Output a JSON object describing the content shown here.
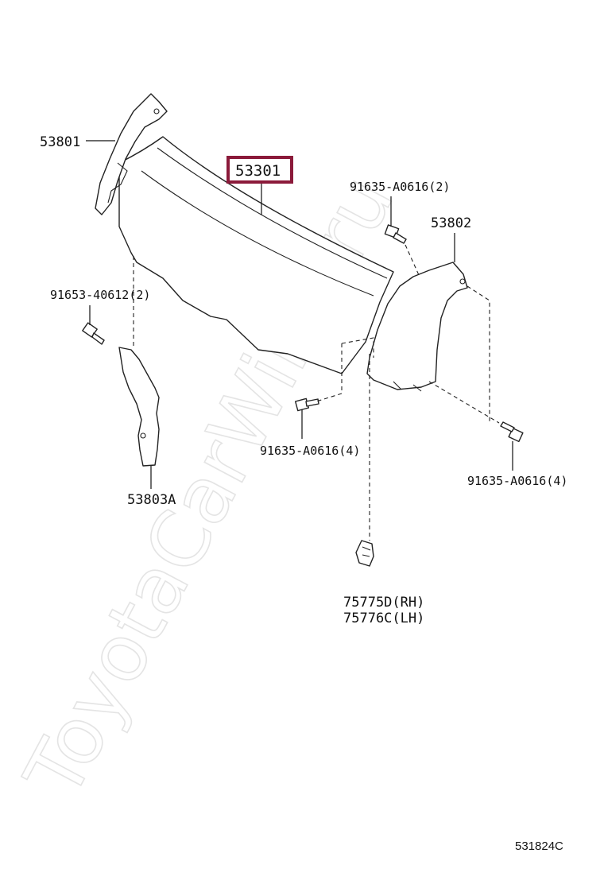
{
  "watermark": "ToyotaCarWine.ru",
  "diagram_code": "531824C",
  "highlight_color": "#8b1a3a",
  "labels": {
    "hood_panel": "53301",
    "left_bracket_top": "53801",
    "right_bracket": "53802",
    "left_lower_bracket": "53803A",
    "bolt_left": "91653-40612(2)",
    "bolt_top_right": "91635-A0616(2)",
    "bolt_center": "91635-A0616(4)",
    "bolt_right": "91635-A0616(4)",
    "clip_rh": "75775D(RH)",
    "clip_lh": "75776C(LH)"
  }
}
